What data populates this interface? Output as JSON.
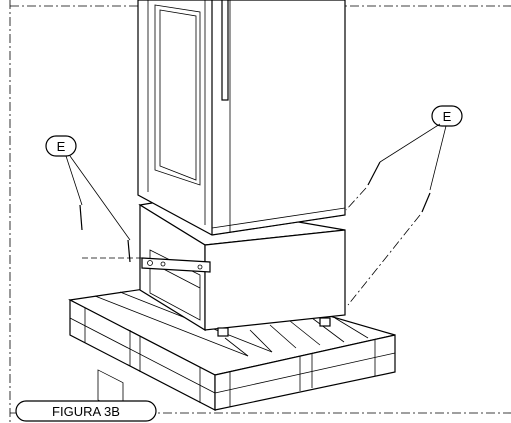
{
  "callouts": {
    "left_label": "E",
    "right_label": "E"
  },
  "caption": {
    "text": "FIGURA 3B"
  }
}
